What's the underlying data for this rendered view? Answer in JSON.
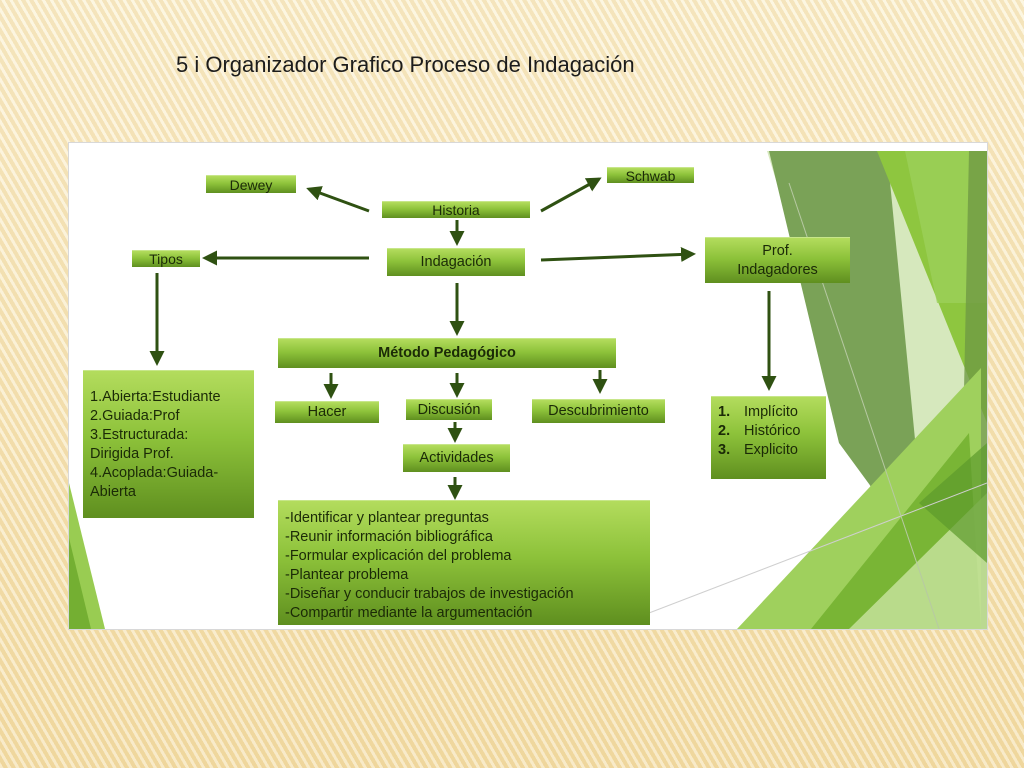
{
  "slide": {
    "title": "5 i Organizador Grafico Proceso de Indagación"
  },
  "diagram": {
    "boxes": {
      "dewey": "Dewey",
      "schwab": "Schwab",
      "historia": "Historia",
      "tipos": "Tipos",
      "indagacion": "Indagación",
      "prof_line1": "Prof.",
      "prof_line2": "Indagadores",
      "metodo": "Método Pedagógico",
      "hacer": "Hacer",
      "discusion": "Discusión",
      "descubrimiento": "Descubrimiento",
      "actividades": "Actividades"
    },
    "tipos_list": [
      "1.Abierta:Estudiante",
      "2.Guiada:Prof",
      "3.Estructurada:",
      "Dirigida Prof.",
      "4.Acoplada:Guiada-",
      "Abierta"
    ],
    "indagadores_list": [
      {
        "num": "1.",
        "label": "Implícito"
      },
      {
        "num": "2.",
        "label": "Histórico"
      },
      {
        "num": "3.",
        "label": "Explicito"
      }
    ],
    "actividades_list": [
      "-Identificar y plantear preguntas",
      "-Reunir información bibliográfica",
      "-Formular explicación del problema",
      "-Plantear problema",
      "-Diseñar y conducir trabajos de investigación",
      "-Compartir mediante la argumentación"
    ]
  },
  "colors": {
    "arrow": "#2f5112",
    "box_light": "#b3dc5d",
    "box_dark": "#5f8f1f"
  }
}
